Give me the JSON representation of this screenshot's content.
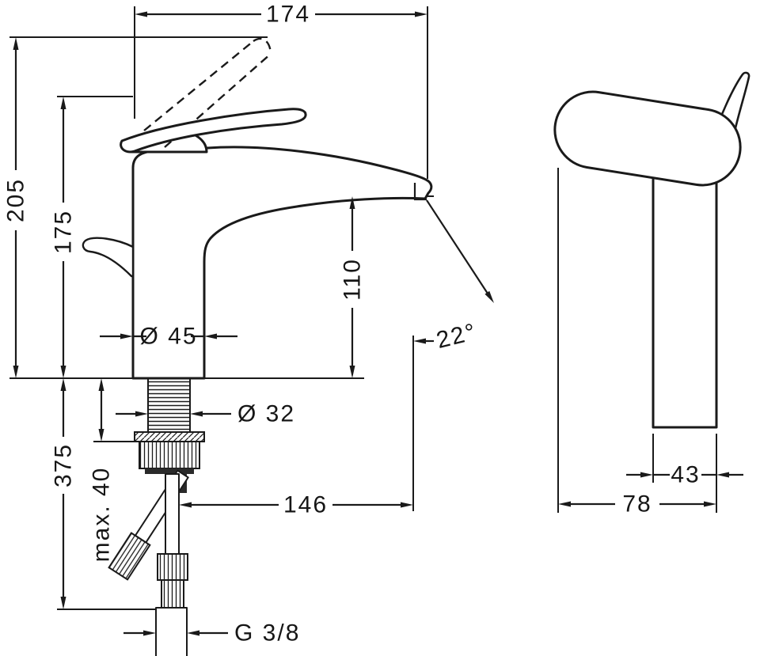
{
  "drawing": {
    "line_color": "#1a1a1a",
    "background_color": "#ffffff",
    "front_view": {
      "width_top": "174",
      "height_total": "205",
      "height_to_handle": "175",
      "spout_height": "110",
      "body_diameter": "Ø 45",
      "shank_diameter": "Ø 32",
      "below_counter_length": "375",
      "max_counter_thickness": "max. 40",
      "hose_reach": "146",
      "stream_angle": "22°",
      "connection_thread": "G 3/8"
    },
    "side_view": {
      "body_depth": "43",
      "total_depth": "78"
    }
  }
}
